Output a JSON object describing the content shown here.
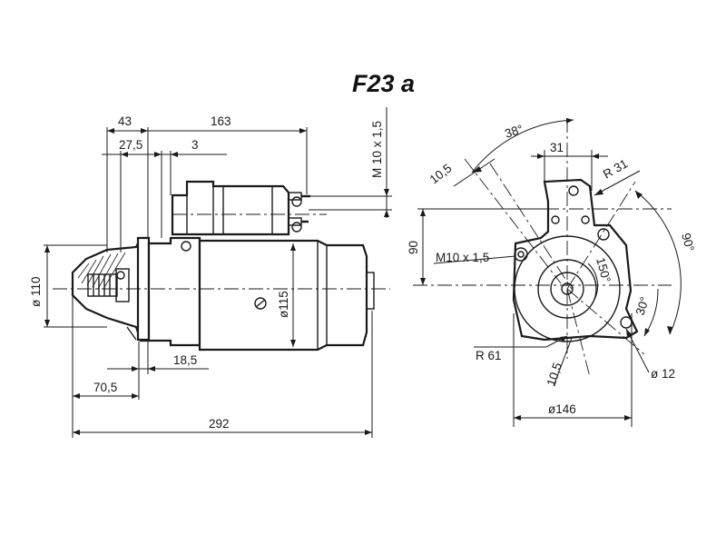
{
  "title": "F23 a",
  "side_view": {
    "dims": {
      "d43": "43",
      "d163": "163",
      "d27_5": "27,5",
      "d3": "3",
      "m10x1_5_vertical": "M 10 x 1,5",
      "dia110": "ø 110",
      "dia115": "ø115",
      "d18_5": "18,5",
      "d70_5": "70,5",
      "d292": "292"
    }
  },
  "front_view": {
    "dims": {
      "ang38": "38°",
      "d31": "31",
      "d10_5_top": "10,5",
      "r31": "R 31",
      "d90": "90",
      "ang90": "90°",
      "m10x1_5": "M10 x 1,5",
      "ang150": "150°",
      "ang30": "30°",
      "r61": "R 61",
      "d10_5_bottom": "10,5",
      "dia12": "ø 12",
      "dia146": "ø146"
    }
  }
}
